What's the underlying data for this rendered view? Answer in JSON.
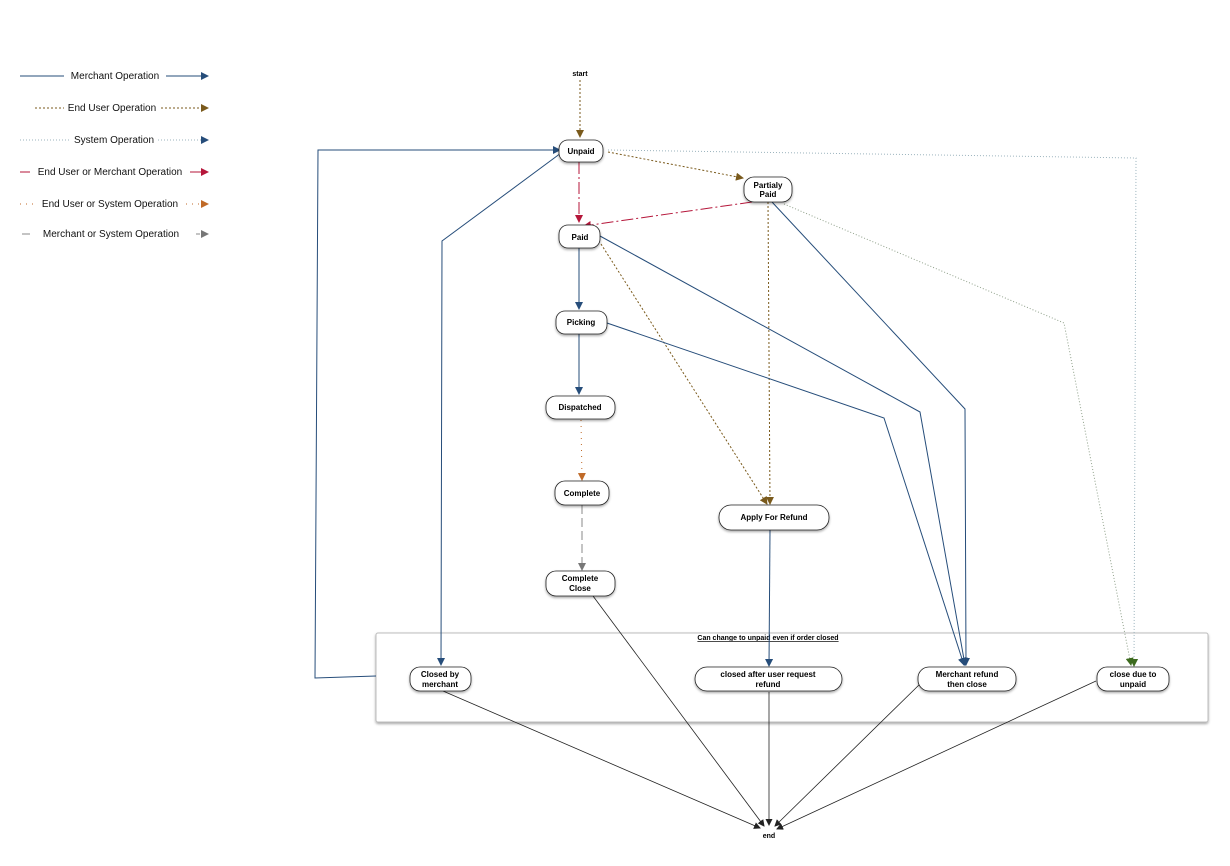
{
  "colors": {
    "merchant": "#264d7a",
    "end_user": "#7a5a1c",
    "system": "#7f9aa6",
    "end_user_or_merchant": "#b5163a",
    "end_user_or_system": "#c06a28",
    "merchant_or_system": "#888888",
    "neutral": "#333333"
  },
  "legend": {
    "merchant": "Merchant Operation",
    "end_user": "End User Operation",
    "system": "System Operation",
    "end_user_or_merchant": "End User or Merchant Operation",
    "end_user_or_system": "End User or System Operation",
    "merchant_or_system": "Merchant or System Operation"
  },
  "diagram": {
    "start": "start",
    "end": "end",
    "closed_group_title": "Can change to unpaid even if order closed",
    "nodes": {
      "unpaid": "Unpaid",
      "partially_paid_1": "Partialy",
      "partially_paid_2": "Paid",
      "paid": "Paid",
      "picking": "Picking",
      "dispatched": "Dispatched",
      "complete": "Complete",
      "complete_close_1": "Complete",
      "complete_close_2": "Close",
      "apply_for_refund": "Apply For Refund",
      "closed_by_merchant_1": "Closed by",
      "closed_by_merchant_2": "merchant",
      "closed_after_refund_1": "closed after user request",
      "closed_after_refund_2": "refund",
      "merchant_refund_close_1": "Merchant refund",
      "merchant_refund_close_2": "then close",
      "close_unpaid_1": "close due to",
      "close_unpaid_2": "unpaid"
    }
  }
}
